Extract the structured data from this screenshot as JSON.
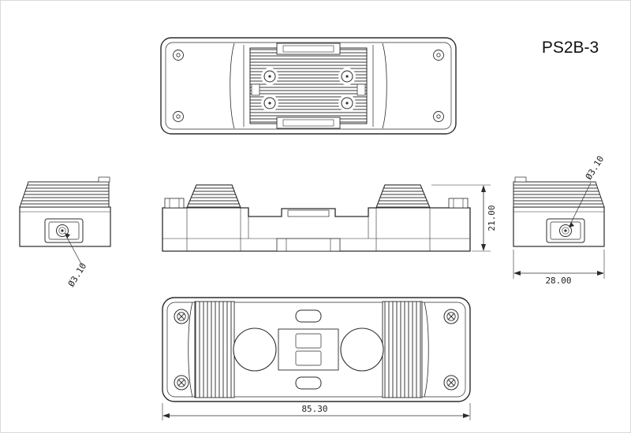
{
  "title": "PS2B-3",
  "dimensions": {
    "overall_length": "85.30",
    "overall_height": "21.00",
    "overall_depth": "28.00",
    "hole_diameter_left": "Ø3.10",
    "hole_diameter_right": "Ø3.10"
  },
  "colors": {
    "line": "#2b2b2b",
    "background": "#ffffff"
  }
}
